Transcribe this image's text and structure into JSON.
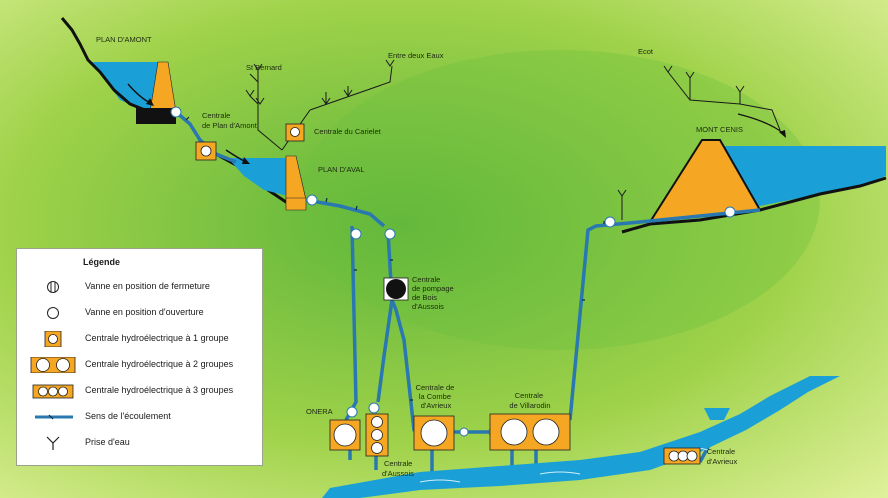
{
  "labels": {
    "plan_amont": "PLAN D'AMONT",
    "centrale_plan_amont": [
      "Centrale",
      "de Plan d'Amont"
    ],
    "st_bernard": "St Bernard",
    "entre_deux_eaux": "Entre deux Eaux",
    "centrale_carielet": "Centrale du Carielet",
    "plan_aval": "PLAN D'AVAL",
    "ecot": "Ecot",
    "mont_cenis": "MONT CENIS",
    "centrale_pompage": [
      "Centrale",
      "de pompage",
      "de Bois",
      "d'Aussois"
    ],
    "onera": "ONERA",
    "centrale_aussois": [
      "Centrale",
      "d'Aussois"
    ],
    "centrale_combe": [
      "Centrale de",
      "la Combe",
      "d'Avrieux"
    ],
    "centrale_villarodin": [
      "Centrale",
      "de Villarodin"
    ],
    "centrale_avrieux": [
      "Centrale",
      "d'Avrieux"
    ]
  },
  "legend": {
    "title": "Légende",
    "items": [
      {
        "symbol": "vanne-fermee",
        "label": "Vanne en position de fermeture"
      },
      {
        "symbol": "vanne-ouverte",
        "label": "Vanne en position d'ouverture"
      },
      {
        "symbol": "centrale-1",
        "label": "Centrale hydroélectrique à 1 groupe"
      },
      {
        "symbol": "centrale-2",
        "label": "Centrale hydroélectrique à 2 groupes"
      },
      {
        "symbol": "centrale-3",
        "label": "Centrale hydroélectrique à 3 groupes"
      },
      {
        "symbol": "ecoulement",
        "label": "Sens de l'écoulement"
      },
      {
        "symbol": "prise-eau",
        "label": "Prise d'eau"
      }
    ]
  },
  "colors": {
    "water": "#1aa0d6",
    "plant": "#f5a623",
    "pipe": "#2a78b0",
    "ground": "#111111",
    "bg_light": "#d6ee66",
    "bg_dark": "#6bbd3c"
  }
}
